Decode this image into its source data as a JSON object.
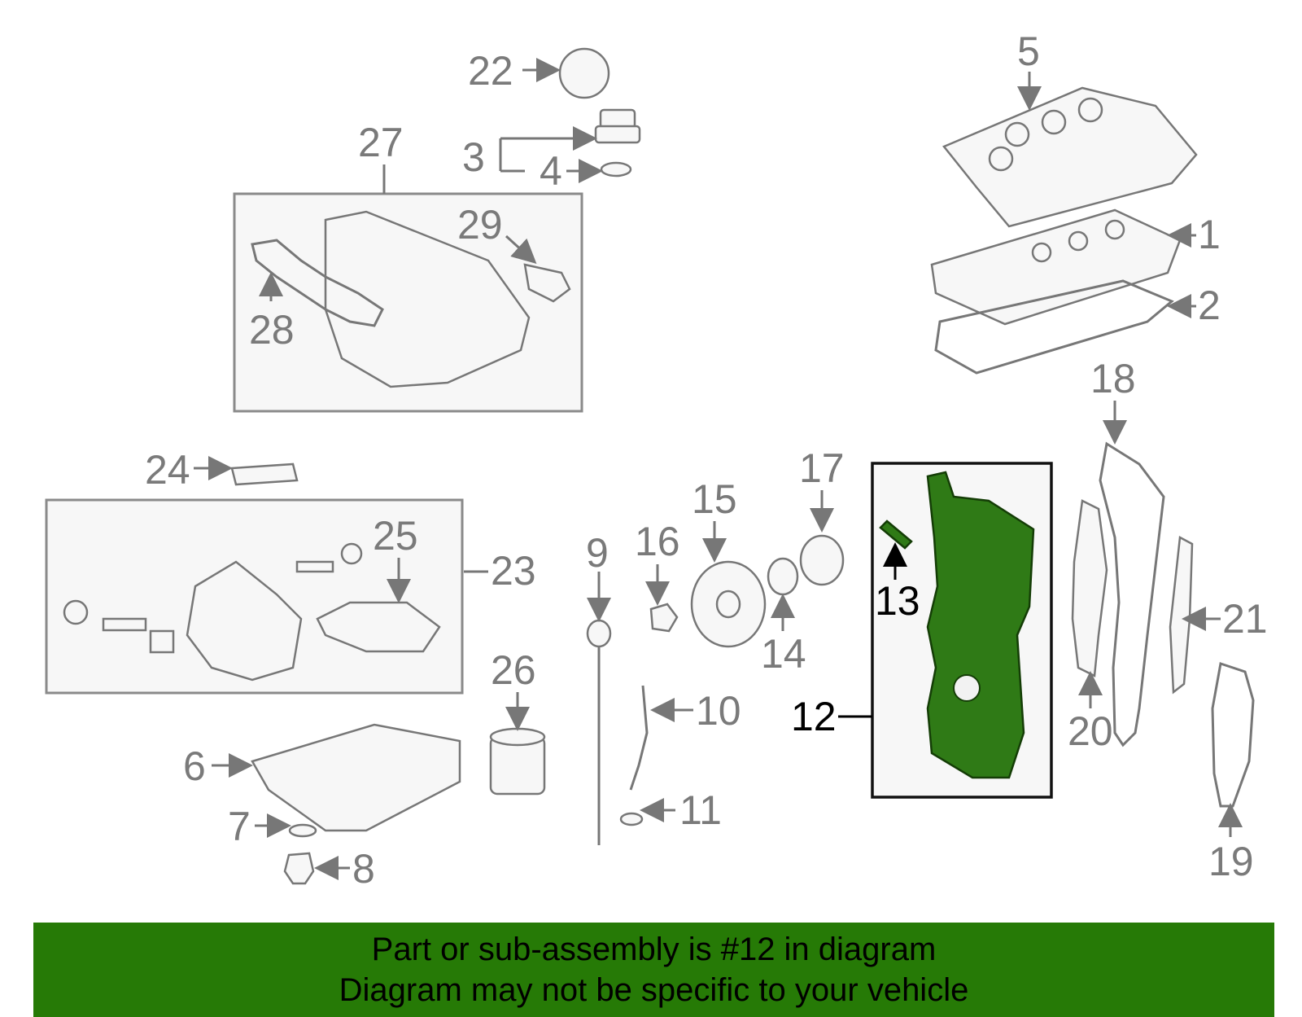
{
  "diagram": {
    "callouts": [
      "1",
      "2",
      "3",
      "4",
      "5",
      "6",
      "7",
      "8",
      "9",
      "10",
      "11",
      "12",
      "13",
      "14",
      "15",
      "16",
      "17",
      "18",
      "19",
      "20",
      "21",
      "22",
      "23",
      "24",
      "25",
      "26",
      "27",
      "28",
      "29"
    ],
    "highlighted_part": "12",
    "highlight_color": "#2f7a16"
  },
  "footer": {
    "line1": "Part or sub-assembly is #12 in diagram",
    "line2": "Diagram may not be specific to your vehicle",
    "background": "#267a06"
  }
}
